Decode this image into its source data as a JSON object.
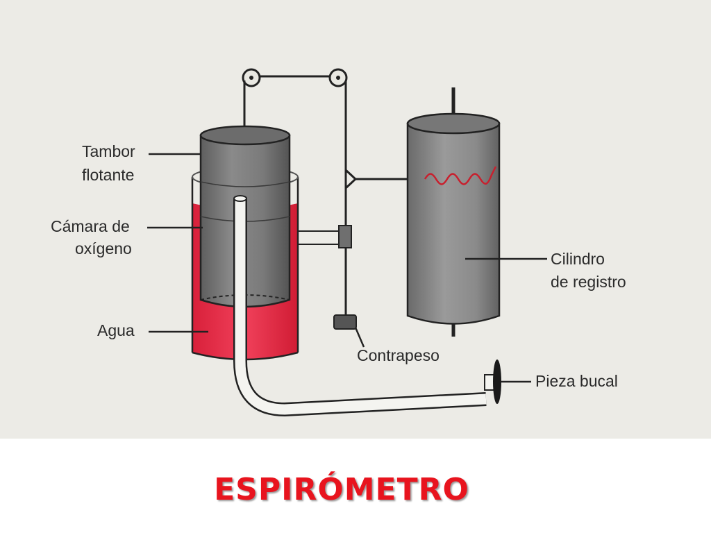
{
  "title": "ESPIRÓMETRO",
  "labels": {
    "tambor_line1": "Tambor",
    "tambor_line2": "flotante",
    "camara_line1": "Cámara de",
    "camara_line2": "oxígeno",
    "agua": "Agua",
    "contrapeso": "Contrapeso",
    "cilindro_line1": "Cilindro",
    "cilindro_line2": "de registro",
    "pieza_bucal": "Pieza bucal"
  },
  "colors": {
    "water": "#e8304a",
    "drum": "#7d7d7d",
    "title": "#e8141e",
    "trace": "#c8202e"
  }
}
